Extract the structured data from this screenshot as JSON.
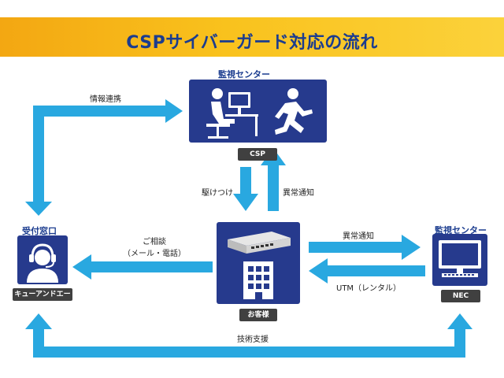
{
  "title": "CSPサイバーガード対応の流れ",
  "monitor_center_top": {
    "heading": "監視センター",
    "tag": "CSP"
  },
  "reception": {
    "heading": "受付窓口",
    "tag": "キューアンドエー"
  },
  "customer": {
    "tag": "お客様"
  },
  "monitor_center_right": {
    "heading": "監視センター",
    "tag": "NEC"
  },
  "arrows": {
    "info_link": "情報連携",
    "rush": "駆けつけ",
    "anomaly_up": "異常通知",
    "consult_line1": "ご相談",
    "consult_line2": "（メール・電話）",
    "anomaly_right": "異常通知",
    "utm": "UTM（レンタル）",
    "tech_support": "技術支援"
  },
  "colors": {
    "arrow": "#29a8e0",
    "box": "#263a8d",
    "tag": "#404040",
    "title": "#1b3c8f",
    "band": "#f9c21d"
  }
}
